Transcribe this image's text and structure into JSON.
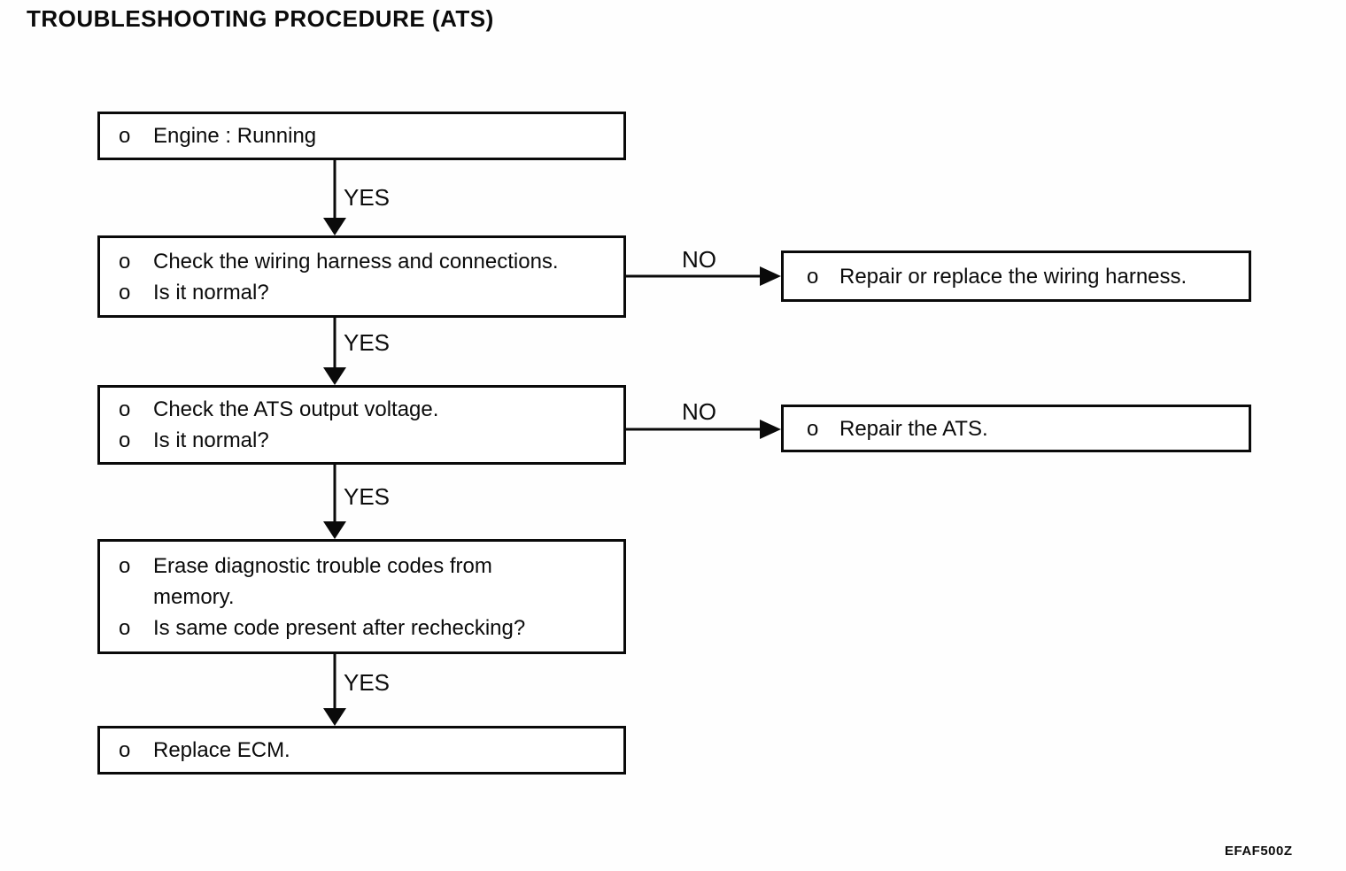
{
  "page": {
    "title": "TROUBLESHOOTING PROCEDURE (ATS)",
    "figure_code": "EFAF500Z"
  },
  "flow": {
    "bullet": "o",
    "labels": {
      "yes": "YES",
      "no": "NO"
    },
    "steps": [
      {
        "name": "engine-running",
        "items": [
          {
            "lines": [
              "Engine : Running"
            ]
          }
        ]
      },
      {
        "name": "check-wiring-harness",
        "items": [
          {
            "lines": [
              "Check the wiring harness and connections."
            ]
          },
          {
            "lines": [
              "Is it normal?"
            ]
          }
        ]
      },
      {
        "name": "check-ats-output-voltage",
        "items": [
          {
            "lines": [
              "Check the ATS output voltage."
            ]
          },
          {
            "lines": [
              "Is it normal?"
            ]
          }
        ]
      },
      {
        "name": "erase-diagnostic-trouble-codes",
        "items": [
          {
            "lines": [
              "Erase diagnostic trouble codes from",
              "memory."
            ]
          },
          {
            "lines": [
              "Is same code present after rechecking?"
            ]
          }
        ]
      },
      {
        "name": "replace-ecm",
        "items": [
          {
            "lines": [
              "Replace ECM."
            ]
          }
        ]
      }
    ],
    "actions": [
      {
        "name": "repair-or-replace-wiring-harness",
        "items": [
          {
            "lines": [
              "Repair or replace the wiring harness."
            ]
          }
        ]
      },
      {
        "name": "repair-ats",
        "items": [
          {
            "lines": [
              "Repair the ATS."
            ]
          }
        ]
      }
    ]
  }
}
